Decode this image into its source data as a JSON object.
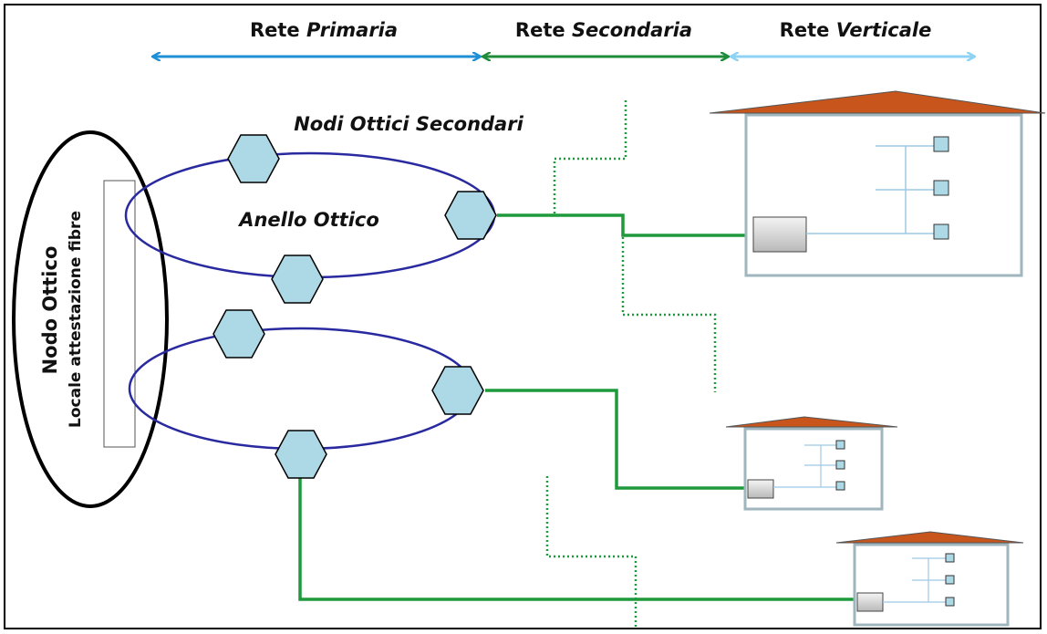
{
  "headers": {
    "primaria": {
      "word": "Rete",
      "italic": "Primaria"
    },
    "secondaria": {
      "word": "Rete",
      "italic": "Secondaria"
    },
    "verticale": {
      "word": "Rete",
      "italic": "Verticale"
    }
  },
  "labels": {
    "nodi_secondari": "Nodi Ottici Secondari",
    "anello": "Anello Ottico",
    "nodo_ottico": "Nodo Ottico",
    "locale": "Locale attestazione fibre"
  },
  "colors": {
    "primaria_arrow": "#1f8fd6",
    "secondaria_arrow": "#1e8c3a",
    "verticale_arrow": "#8fd3f4",
    "ring": "#2a2aa0",
    "node_fill": "#add8e6",
    "fiber": "#1e9a3c",
    "roof": "#c8551b",
    "building_wall": "#9fb6bf"
  }
}
